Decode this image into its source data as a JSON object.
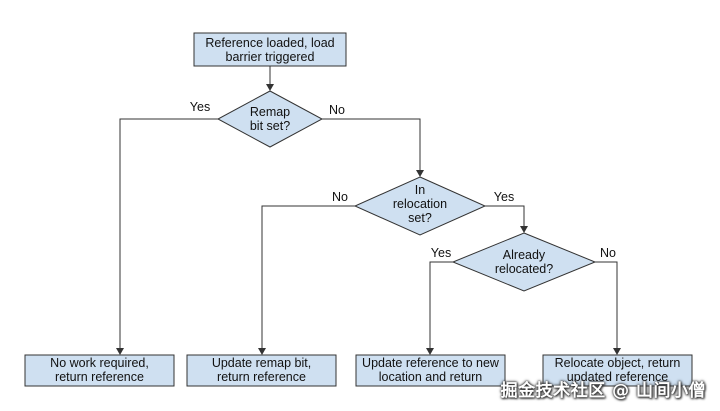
{
  "nodes": {
    "start": {
      "line1": "Reference loaded, load",
      "line2": "barrier triggered"
    },
    "remap_decision": {
      "line1": "Remap",
      "line2": "bit set?"
    },
    "relocation_decision": {
      "line1": "In",
      "line2": "relocation",
      "line3": "set?"
    },
    "relocated_decision": {
      "line1": "Already",
      "line2": "relocated?"
    },
    "no_work": {
      "line1": "No work required,",
      "line2": "return reference"
    },
    "update_remap": {
      "line1": "Update remap bit,",
      "line2": "return reference"
    },
    "update_reference": {
      "line1": "Update reference to new",
      "line2": "location and return"
    },
    "relocate_object": {
      "line1": "Relocate object, return",
      "line2": "updated reference"
    }
  },
  "edge_labels": {
    "remap_yes": "Yes",
    "remap_no": "No",
    "relocation_no": "No",
    "relocation_yes": "Yes",
    "relocated_yes": "Yes",
    "relocated_no": "No"
  },
  "watermark": "掘金技术社区 @ 山间小僧",
  "colors": {
    "node_fill": "#cfe0f1",
    "stroke": "#333333"
  }
}
